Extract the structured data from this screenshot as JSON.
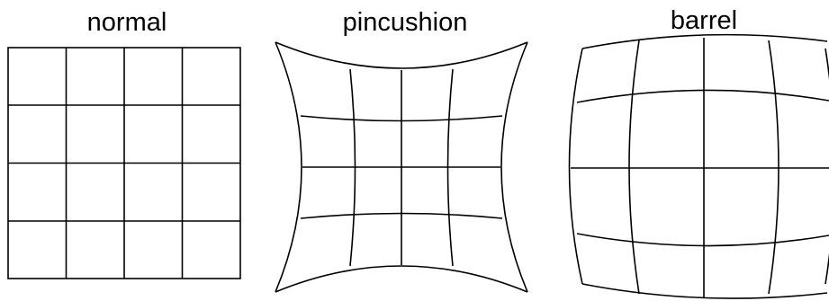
{
  "panels": [
    {
      "title": "normal"
    },
    {
      "title": "pincushion"
    },
    {
      "title": "barrel"
    }
  ],
  "colors": {
    "line": "#000000",
    "background": "#ffffff"
  }
}
